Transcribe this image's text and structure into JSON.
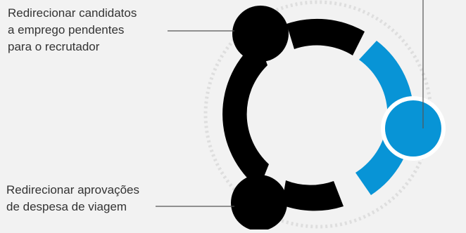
{
  "callouts": [
    {
      "lines": [
        "Redirecionar candidatos",
        "a emprego pendentes",
        "para o recrutador"
      ]
    },
    {
      "lines": [
        "Redirecionar aprovações",
        "de despesa de viagem"
      ]
    }
  ],
  "colors": {
    "background": "#f2f2f2",
    "dark": "#000000",
    "accent": "#0894d6",
    "dotted_ring": "#dedede",
    "leader_line": "#555555",
    "text": "#333333"
  }
}
